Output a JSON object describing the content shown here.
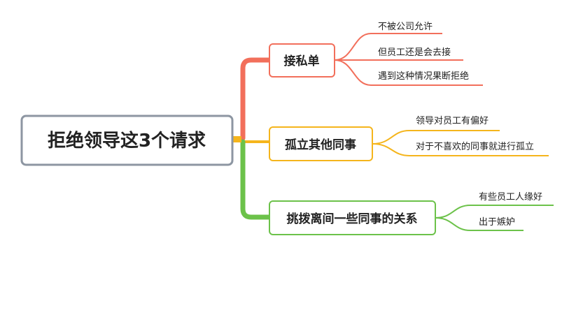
{
  "root": {
    "label": "拒绝领导这3个请求"
  },
  "colors": {
    "red": "#F26F5B",
    "yellow": "#F5B51C",
    "green": "#6CC24A",
    "root_border": "#8D96A2",
    "text": "#222222"
  },
  "branches": [
    {
      "label": "接私单",
      "color": "#F26F5B",
      "items": [
        "不被公司允许",
        "但员工还是会去接",
        "遇到这种情况果断拒绝"
      ]
    },
    {
      "label": "孤立其他同事",
      "color": "#F5B51C",
      "items": [
        "领导对员工有偏好",
        "对于不喜欢的同事就进行孤立"
      ]
    },
    {
      "label": "挑拨离间一些同事的关系",
      "color": "#6CC24A",
      "items": [
        "有些员工人缘好",
        "出于嫉妒"
      ]
    }
  ]
}
